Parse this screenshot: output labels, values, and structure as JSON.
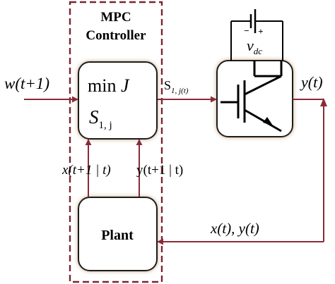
{
  "controller": {
    "title_line1": "MPC",
    "title_line2": "Controller",
    "cost_prefix": "min ",
    "cost_symbol": "J",
    "switch_symbol": "S",
    "switch_subscript": "1, j"
  },
  "plant": {
    "label": "Plant"
  },
  "inverter": {
    "dc_symbol": "v",
    "dc_subscript": "dc",
    "plus_sign": "+",
    "minus_sign": "−"
  },
  "signals": {
    "reference": "w(t+1)",
    "switch_out_main": "S",
    "switch_out_sub": "1, j(t)",
    "output": "y(t)",
    "feedback": "x(t), y(t)",
    "predicted_state": "x(t+1 | t)",
    "predicted_output": "y(t+1 | t)"
  },
  "colors": {
    "line": "#8b2b38",
    "dashed_border": "#7a2530",
    "box_border": "#1a1a1a",
    "box_glow": "#c9a37e",
    "text": "#000000"
  }
}
